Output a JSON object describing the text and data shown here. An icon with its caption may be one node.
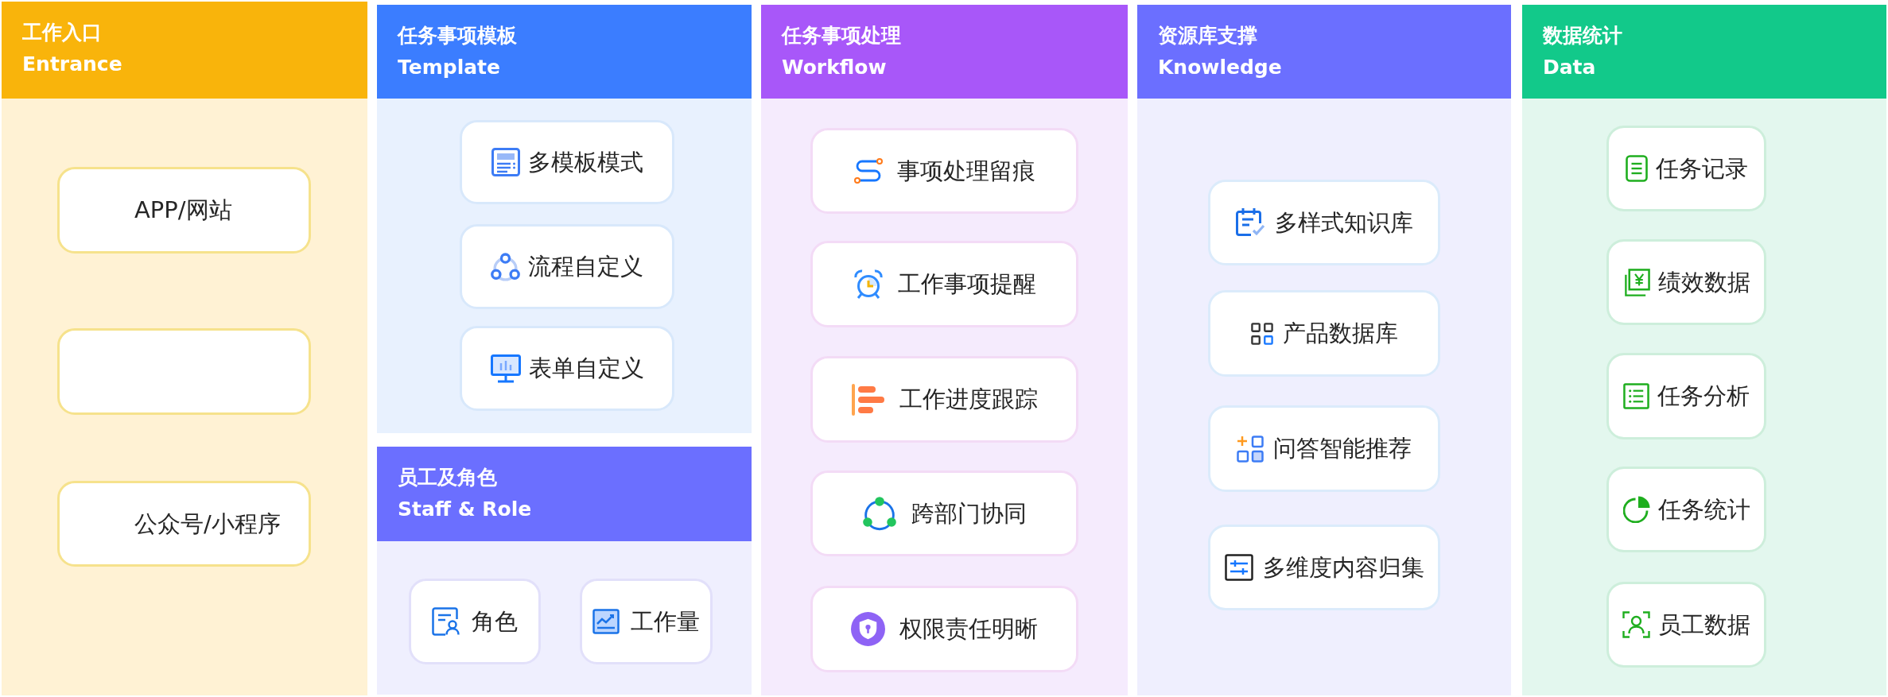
{
  "diagram": {
    "nodes": [
      {
        "text": [
          "工作入口",
          "Entrance"
        ]
      },
      {
        "text": [
          "APP/网站"
        ],
        "in": 0
      },
      {
        "text": [],
        "shape": "box",
        "in": 0
      },
      {
        "text": [
          "公众号/小程序"
        ],
        "in": 0
      },
      {
        "text": [
          "任务事项模板",
          "Template"
        ]
      },
      {
        "text": [
          "多模板模式"
        ],
        "in": 4
      },
      {
        "text": [
          "流程自定义"
        ],
        "in": 4
      },
      {
        "text": [
          "表单自定义"
        ],
        "in": 4
      },
      {
        "text": [
          "员工及角色",
          "Staff & Role"
        ]
      },
      {
        "text": [
          "角色"
        ],
        "in": 8
      },
      {
        "text": [
          "工作量"
        ],
        "in": 8
      },
      {
        "text": [
          "任务事项处理",
          "Workflow"
        ]
      },
      {
        "text": [
          "事项处理留痕"
        ],
        "in": 11
      },
      {
        "text": [
          "工作事项提醒"
        ],
        "in": 11
      },
      {
        "text": [
          "工作进度跟踪"
        ],
        "in": 11
      },
      {
        "text": [
          "跨部门协同"
        ],
        "in": 11
      },
      {
        "text": [
          "权限责任明晰"
        ],
        "in": 11
      },
      {
        "text": [
          "资源库支撑",
          "Knowledge"
        ]
      },
      {
        "text": [
          "多样式知识库"
        ],
        "in": 17
      },
      {
        "text": [
          "产品数据库"
        ],
        "in": 17
      },
      {
        "text": [
          "问答智能推荐"
        ],
        "in": 17
      },
      {
        "text": [
          "多维度内容归集"
        ],
        "in": 17
      },
      {
        "text": [
          "数据统计",
          "Data"
        ]
      },
      {
        "text": [
          "任务记录"
        ],
        "in": 22
      },
      {
        "text": [
          "绩效数据"
        ],
        "in": 22
      },
      {
        "text": [
          "任务分析"
        ],
        "in": 22
      },
      {
        "text": [
          "任务统计"
        ],
        "in": 22
      },
      {
        "text": [
          "员工数据"
        ],
        "in": 22
      }
    ]
  }
}
